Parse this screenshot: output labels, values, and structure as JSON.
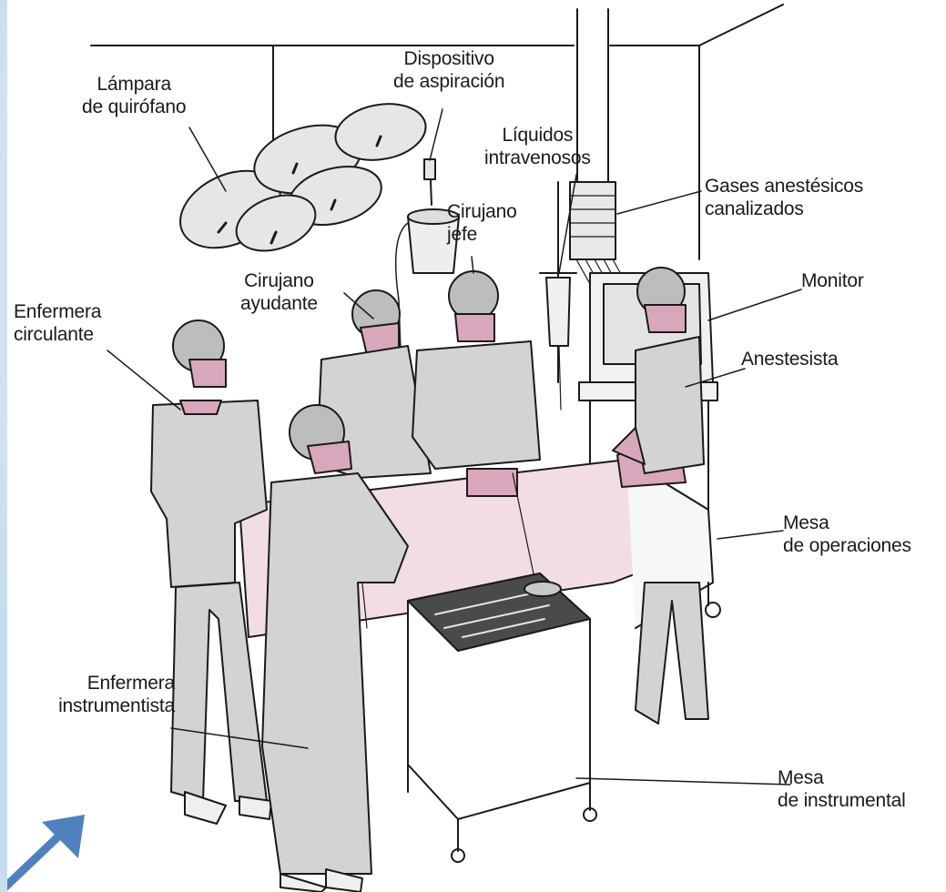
{
  "colors": {
    "background": "#c9dcef",
    "panel": "#ffffff",
    "gown": "#d3d3d5",
    "cap": "#bdbdbf",
    "mask": "#d9a7bb",
    "drape": "#f2dce3",
    "arrow": "#4f81bd"
  },
  "labels": {
    "lamp": [
      "Lámpara",
      "de quirófano"
    ],
    "suction": [
      "Dispositivo",
      "de aspiración"
    ],
    "iv": [
      "Líquidos",
      "intravenosos"
    ],
    "gases": [
      "Gases anestésicos",
      "canalizados"
    ],
    "chief": [
      "Cirujano",
      "jefe"
    ],
    "assistant": [
      "Cirujano",
      "ayudante"
    ],
    "circulating": [
      "Enfermera",
      "circulante"
    ],
    "monitor": [
      "Monitor"
    ],
    "anesthetist": [
      "Anestesista"
    ],
    "table": [
      "Mesa",
      "de operaciones"
    ],
    "scrub": [
      "Enfermera",
      "instrumentista"
    ],
    "instr": [
      "Mesa",
      "de instrumental"
    ]
  }
}
